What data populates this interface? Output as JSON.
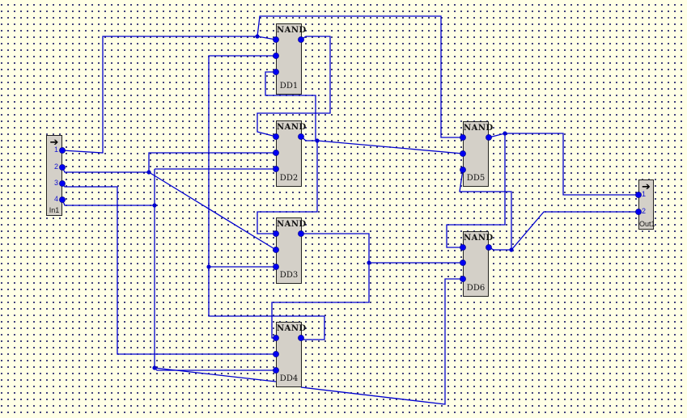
{
  "app": "logic-circuit-schematic-editor",
  "wire_color": "#0000d0",
  "background_color": "#ffffe6",
  "gates": [
    {
      "id": "DD1",
      "type": "NAND"
    },
    {
      "id": "DD2",
      "type": "NAND"
    },
    {
      "id": "DD3",
      "type": "NAND"
    },
    {
      "id": "DD4",
      "type": "NAND"
    },
    {
      "id": "DD5",
      "type": "NAND"
    },
    {
      "id": "DD6",
      "type": "NAND"
    }
  ],
  "input_block": {
    "name": "In1",
    "icon": "arrow-right-icon",
    "pins": [
      "1",
      "2",
      "3",
      "4"
    ]
  },
  "output_block": {
    "name": "Out1",
    "icon": "arrow-right-icon",
    "pins": [
      "1",
      "2"
    ]
  },
  "arrow_glyph": "➔"
}
